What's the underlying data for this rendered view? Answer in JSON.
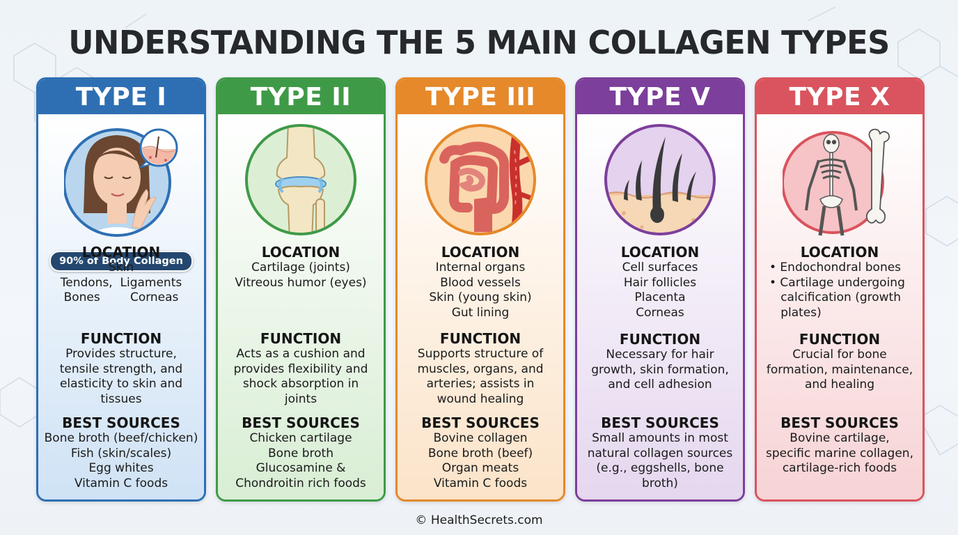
{
  "title": "UNDERSTANDING THE 5 MAIN COLLAGEN TYPES",
  "footer": "© HealthSecrets.com",
  "section_labels": {
    "location": "LOCATION",
    "function": "FUNCTION",
    "sources": "BEST SOURCES"
  },
  "cards": [
    {
      "title": "TYPE I",
      "color": "#2e6fb3",
      "body_top": "#ffffff",
      "body_bottom": "#cfe2f5",
      "icon": "face-skin-icon",
      "badge": "90% of Body Collagen",
      "location": [
        "Skin",
        "Tendons,  Ligaments",
        "Bones        Corneas"
      ],
      "function": [
        "Provides structure,",
        "tensile strength, and",
        "elasticity to skin and",
        "tissues"
      ],
      "sources": [
        "Bone broth (beef/chicken)",
        "Fish (skin/scales)",
        "Egg whites",
        "Vitamin C foods"
      ]
    },
    {
      "title": "TYPE II",
      "color": "#3f9a47",
      "body_top": "#ffffff",
      "body_bottom": "#d8eed4",
      "icon": "knee-joint-icon",
      "location": [
        "Cartilage (joints)",
        "Vitreous humor (eyes)"
      ],
      "function": [
        "Acts as a cushion and",
        "provides flexibility and",
        "shock absorption in",
        "joints"
      ],
      "sources": [
        "Chicken cartilage",
        "Bone broth",
        "Glucosamine &",
        "Chondroitin rich foods"
      ]
    },
    {
      "title": "TYPE III",
      "color": "#e5892a",
      "body_top": "#ffffff",
      "body_bottom": "#fbe3c8",
      "icon": "organs-vessels-icon",
      "location": [
        "Internal organs",
        "Blood vessels",
        "Skin (young skin)",
        "Gut lining"
      ],
      "function": [
        "Supports structure of",
        "muscles, organs, and",
        "arteries; assists in",
        "wound healing"
      ],
      "sources": [
        "Bovine collagen",
        "Bone broth (beef)",
        "Organ meats",
        "Vitamin C foods"
      ]
    },
    {
      "title": "TYPE V",
      "color": "#7c3f9b",
      "body_top": "#ffffff",
      "body_bottom": "#e5d7ef",
      "icon": "hair-follicle-icon",
      "location": [
        "Cell surfaces",
        "Hair follicles",
        "Placenta",
        "Corneas"
      ],
      "function": [
        "Necessary for hair",
        "growth, skin formation,",
        "and cell adhesion"
      ],
      "sources": [
        "Small amounts in most",
        "natural collagen sources",
        "(e.g., eggshells, bone",
        "broth)"
      ]
    },
    {
      "title": "TYPE X",
      "color": "#d9545e",
      "body_top": "#ffffff",
      "body_bottom": "#f7d3d5",
      "icon": "skeleton-bone-icon",
      "location": [
        "• Endochondral bones",
        "• Cartilage undergoing",
        "   calcification (growth",
        "   plates)"
      ],
      "function": [
        "Crucial for bone",
        "formation, maintenance,",
        "and healing"
      ],
      "sources": [
        "Bovine cartilage,",
        "specific marine collagen,",
        "cartilage-rich foods"
      ]
    }
  ]
}
